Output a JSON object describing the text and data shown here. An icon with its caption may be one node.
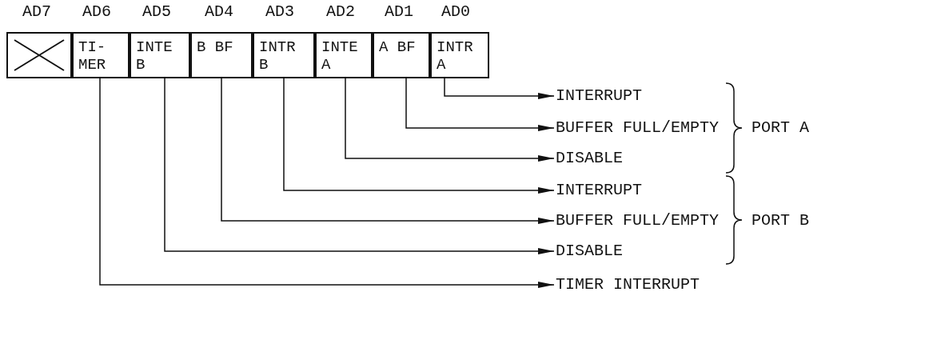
{
  "diagram": {
    "nodes": [
      {
        "text": [],
        "shape": "box"
      },
      {
        "text": [
          "TI- MER"
        ]
      },
      {
        "text": [
          "INTE B"
        ]
      },
      {
        "text": [
          "B BF"
        ]
      },
      {
        "text": [
          "INTR B"
        ]
      },
      {
        "text": [
          "INTE A"
        ]
      },
      {
        "text": [
          "A BF"
        ]
      },
      {
        "text": [
          "INTR A"
        ]
      },
      {
        "text": [
          "INTERRUPT"
        ]
      },
      {
        "text": [
          "BUFFER FULL/EMPTY"
        ]
      },
      {
        "text": [
          "DISABLE"
        ]
      },
      {
        "text": [
          "INTERRUPT"
        ]
      },
      {
        "text": [
          "BUFFER FULL/EMPTY"
        ]
      },
      {
        "text": [
          "DISABLE"
        ]
      },
      {
        "text": [
          "TIMER INTERRUPT"
        ]
      }
    ],
    "edges": [
      {
        "from": 7,
        "to": 8,
        "arrow": "to"
      },
      {
        "from": 6,
        "to": 9,
        "arrow": "to"
      },
      {
        "from": 5,
        "to": 10,
        "arrow": "to"
      },
      {
        "from": 4,
        "to": 11,
        "arrow": "to"
      },
      {
        "from": 3,
        "to": 12,
        "arrow": "to"
      },
      {
        "from": 2,
        "to": 13,
        "arrow": "to"
      },
      {
        "from": 1,
        "to": 14,
        "arrow": "to"
      }
    ],
    "labels": [
      "AD7",
      "AD6",
      "AD5",
      "AD4",
      "AD3",
      "AD2",
      "AD1",
      "AD0",
      "PORT A",
      "PORT B"
    ]
  }
}
